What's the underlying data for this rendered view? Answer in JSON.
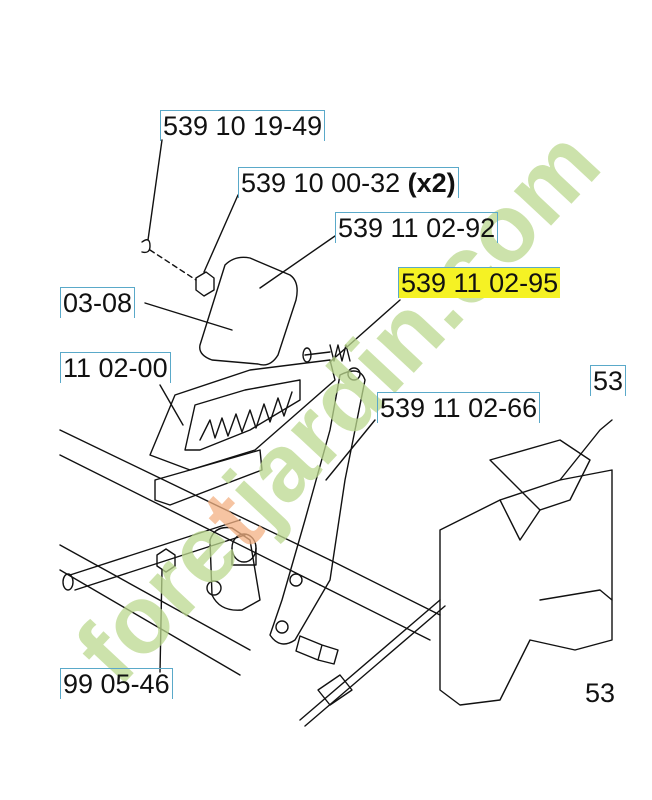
{
  "labels": {
    "p1": "539 10 19-49",
    "p2": "539 10 00-32",
    "p2_qty": "(x2)",
    "p3": "539 11 02-92",
    "p4": "539 11 02-95",
    "p5": "03-08",
    "p6": "11 02-00",
    "p7": "539 11 02-66",
    "p8": "99 05-46",
    "edge_top": "53",
    "edge_bottom": "53"
  },
  "watermark": {
    "text_a": "fore",
    "text_o": "t",
    "text_b": "jardin.com"
  },
  "colors": {
    "highlight": "#f5f224",
    "label_border": "#5aa9c9",
    "watermark_green": "#bcd98f",
    "watermark_orange": "#f3b183"
  }
}
